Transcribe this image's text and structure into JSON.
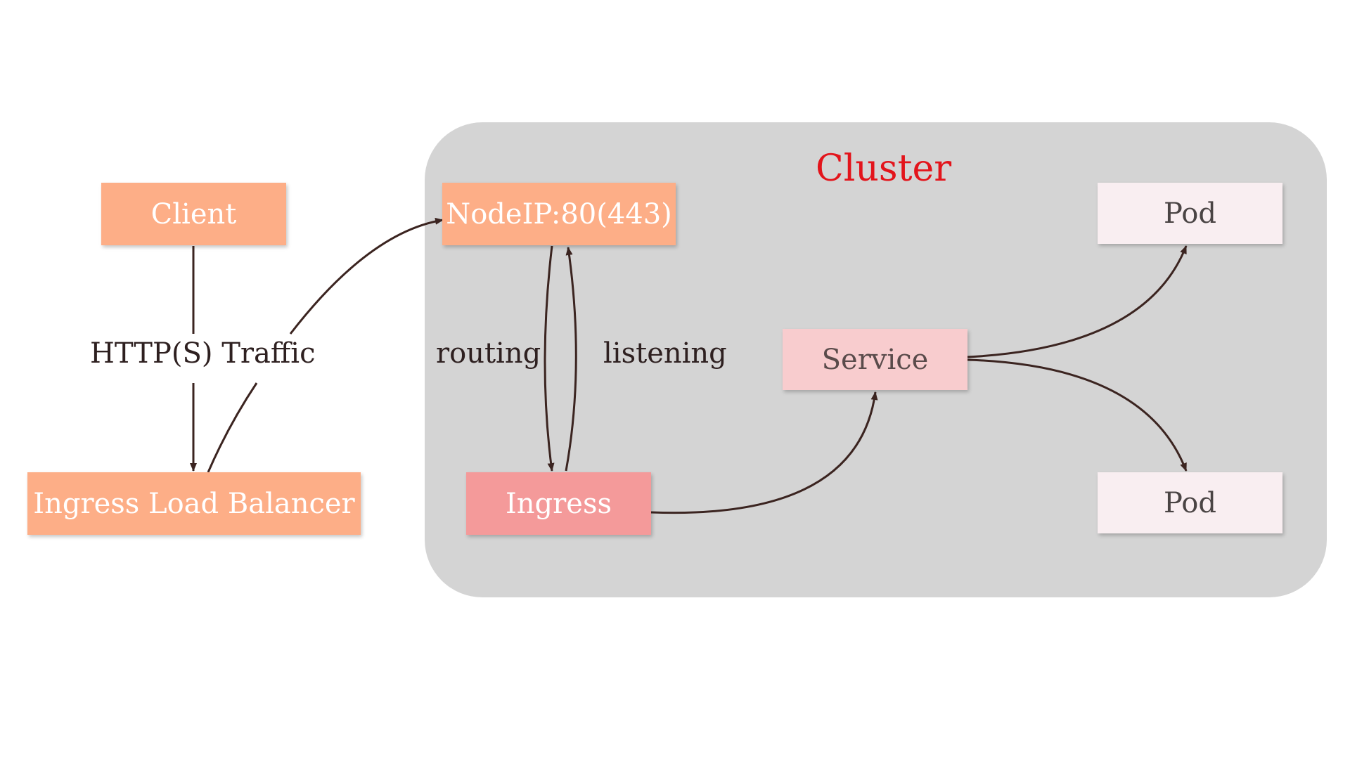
{
  "cluster": {
    "title": "Cluster"
  },
  "nodes": {
    "client": "Client",
    "load_balancer": "Ingress Load Balancer",
    "node_ip": "NodeIP:80(443)",
    "ingress": "Ingress",
    "service": "Service",
    "pod_top": "Pod",
    "pod_bottom": "Pod"
  },
  "edge_labels": {
    "traffic": "HTTP(S) Traffic",
    "routing": "routing",
    "listening": "listening"
  },
  "colors": {
    "orange_box": "#fdae87",
    "ingress_box": "#f49a9a",
    "service_box": "#f8ccce",
    "pod_box": "#f9eef1",
    "cluster_bg": "#d4d4d4",
    "cluster_title": "#e3141b",
    "arrow": "#3b2420"
  }
}
